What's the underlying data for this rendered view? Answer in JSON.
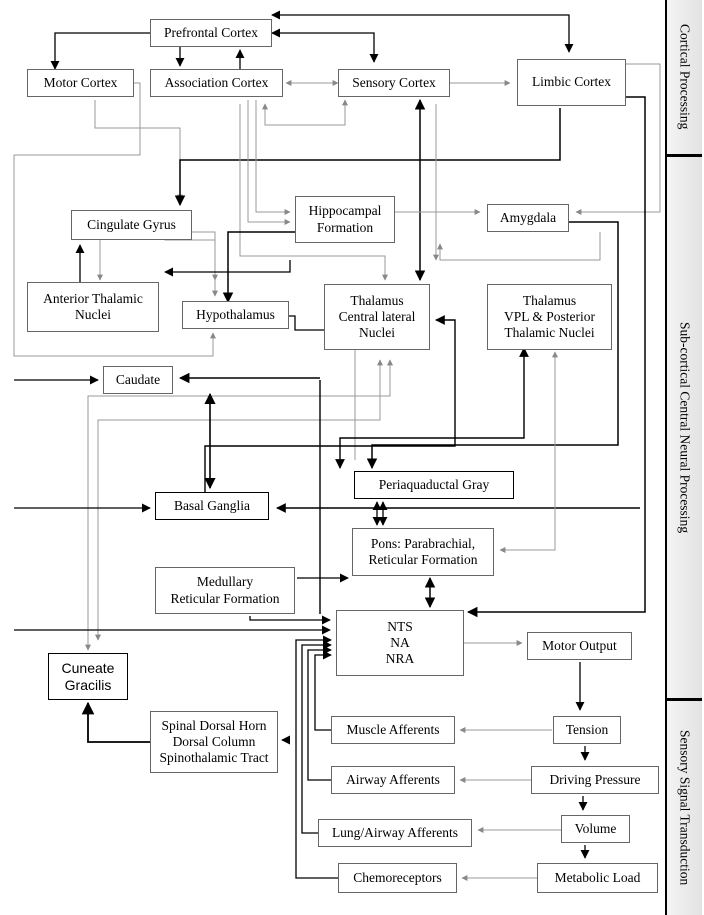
{
  "nodes": {
    "prefrontal_cortex": "Prefrontal Cortex",
    "motor_cortex": "Motor Cortex",
    "association_cortex": "Association Cortex",
    "sensory_cortex": "Sensory Cortex",
    "limbic_cortex": "Limbic Cortex",
    "cingulate_gyrus": "Cingulate Gyrus",
    "hippocampal_formation": "Hippocampal\nFormation",
    "amygdala": "Amygdala",
    "anterior_thalamic_nuclei": "Anterior Thalamic\nNuclei",
    "hypothalamus": "Hypothalamus",
    "thalamus_central_lateral": "Thalamus\nCentral lateral\nNuclei",
    "thalamus_vpl": "Thalamus\nVPL & Posterior\nThalamic Nuclei",
    "caudate": "Caudate",
    "periaquaductal_gray": "Periaquaductal Gray",
    "basal_ganglia": "Basal Ganglia",
    "pons": "Pons: Parabrachial,\nReticular Formation",
    "medullary_reticular": "Medullary\nReticular Formation",
    "nts": "NTS\nNA\nNRA",
    "motor_output": "Motor Output",
    "cuneate_gracilis": "Cuneate\nGracilis",
    "spinal_dorsal_horn": "Spinal Dorsal Horn\nDorsal Column\nSpinothalamic Tract",
    "muscle_afferents": "Muscle Afferents",
    "tension": "Tension",
    "airway_afferents": "Airway Afferents",
    "driving_pressure": "Driving Pressure",
    "lung_airway_afferents": "Lung/Airway Afferents",
    "volume": "Volume",
    "chemoreceptors": "Chemoreceptors",
    "metabolic_load": "Metabolic Load"
  },
  "side_labels": {
    "cortical": "Cortical Processing",
    "subcortical": "Sub-cortical Central Neural Processing",
    "sensory": "Sensory Signal Transduction"
  }
}
